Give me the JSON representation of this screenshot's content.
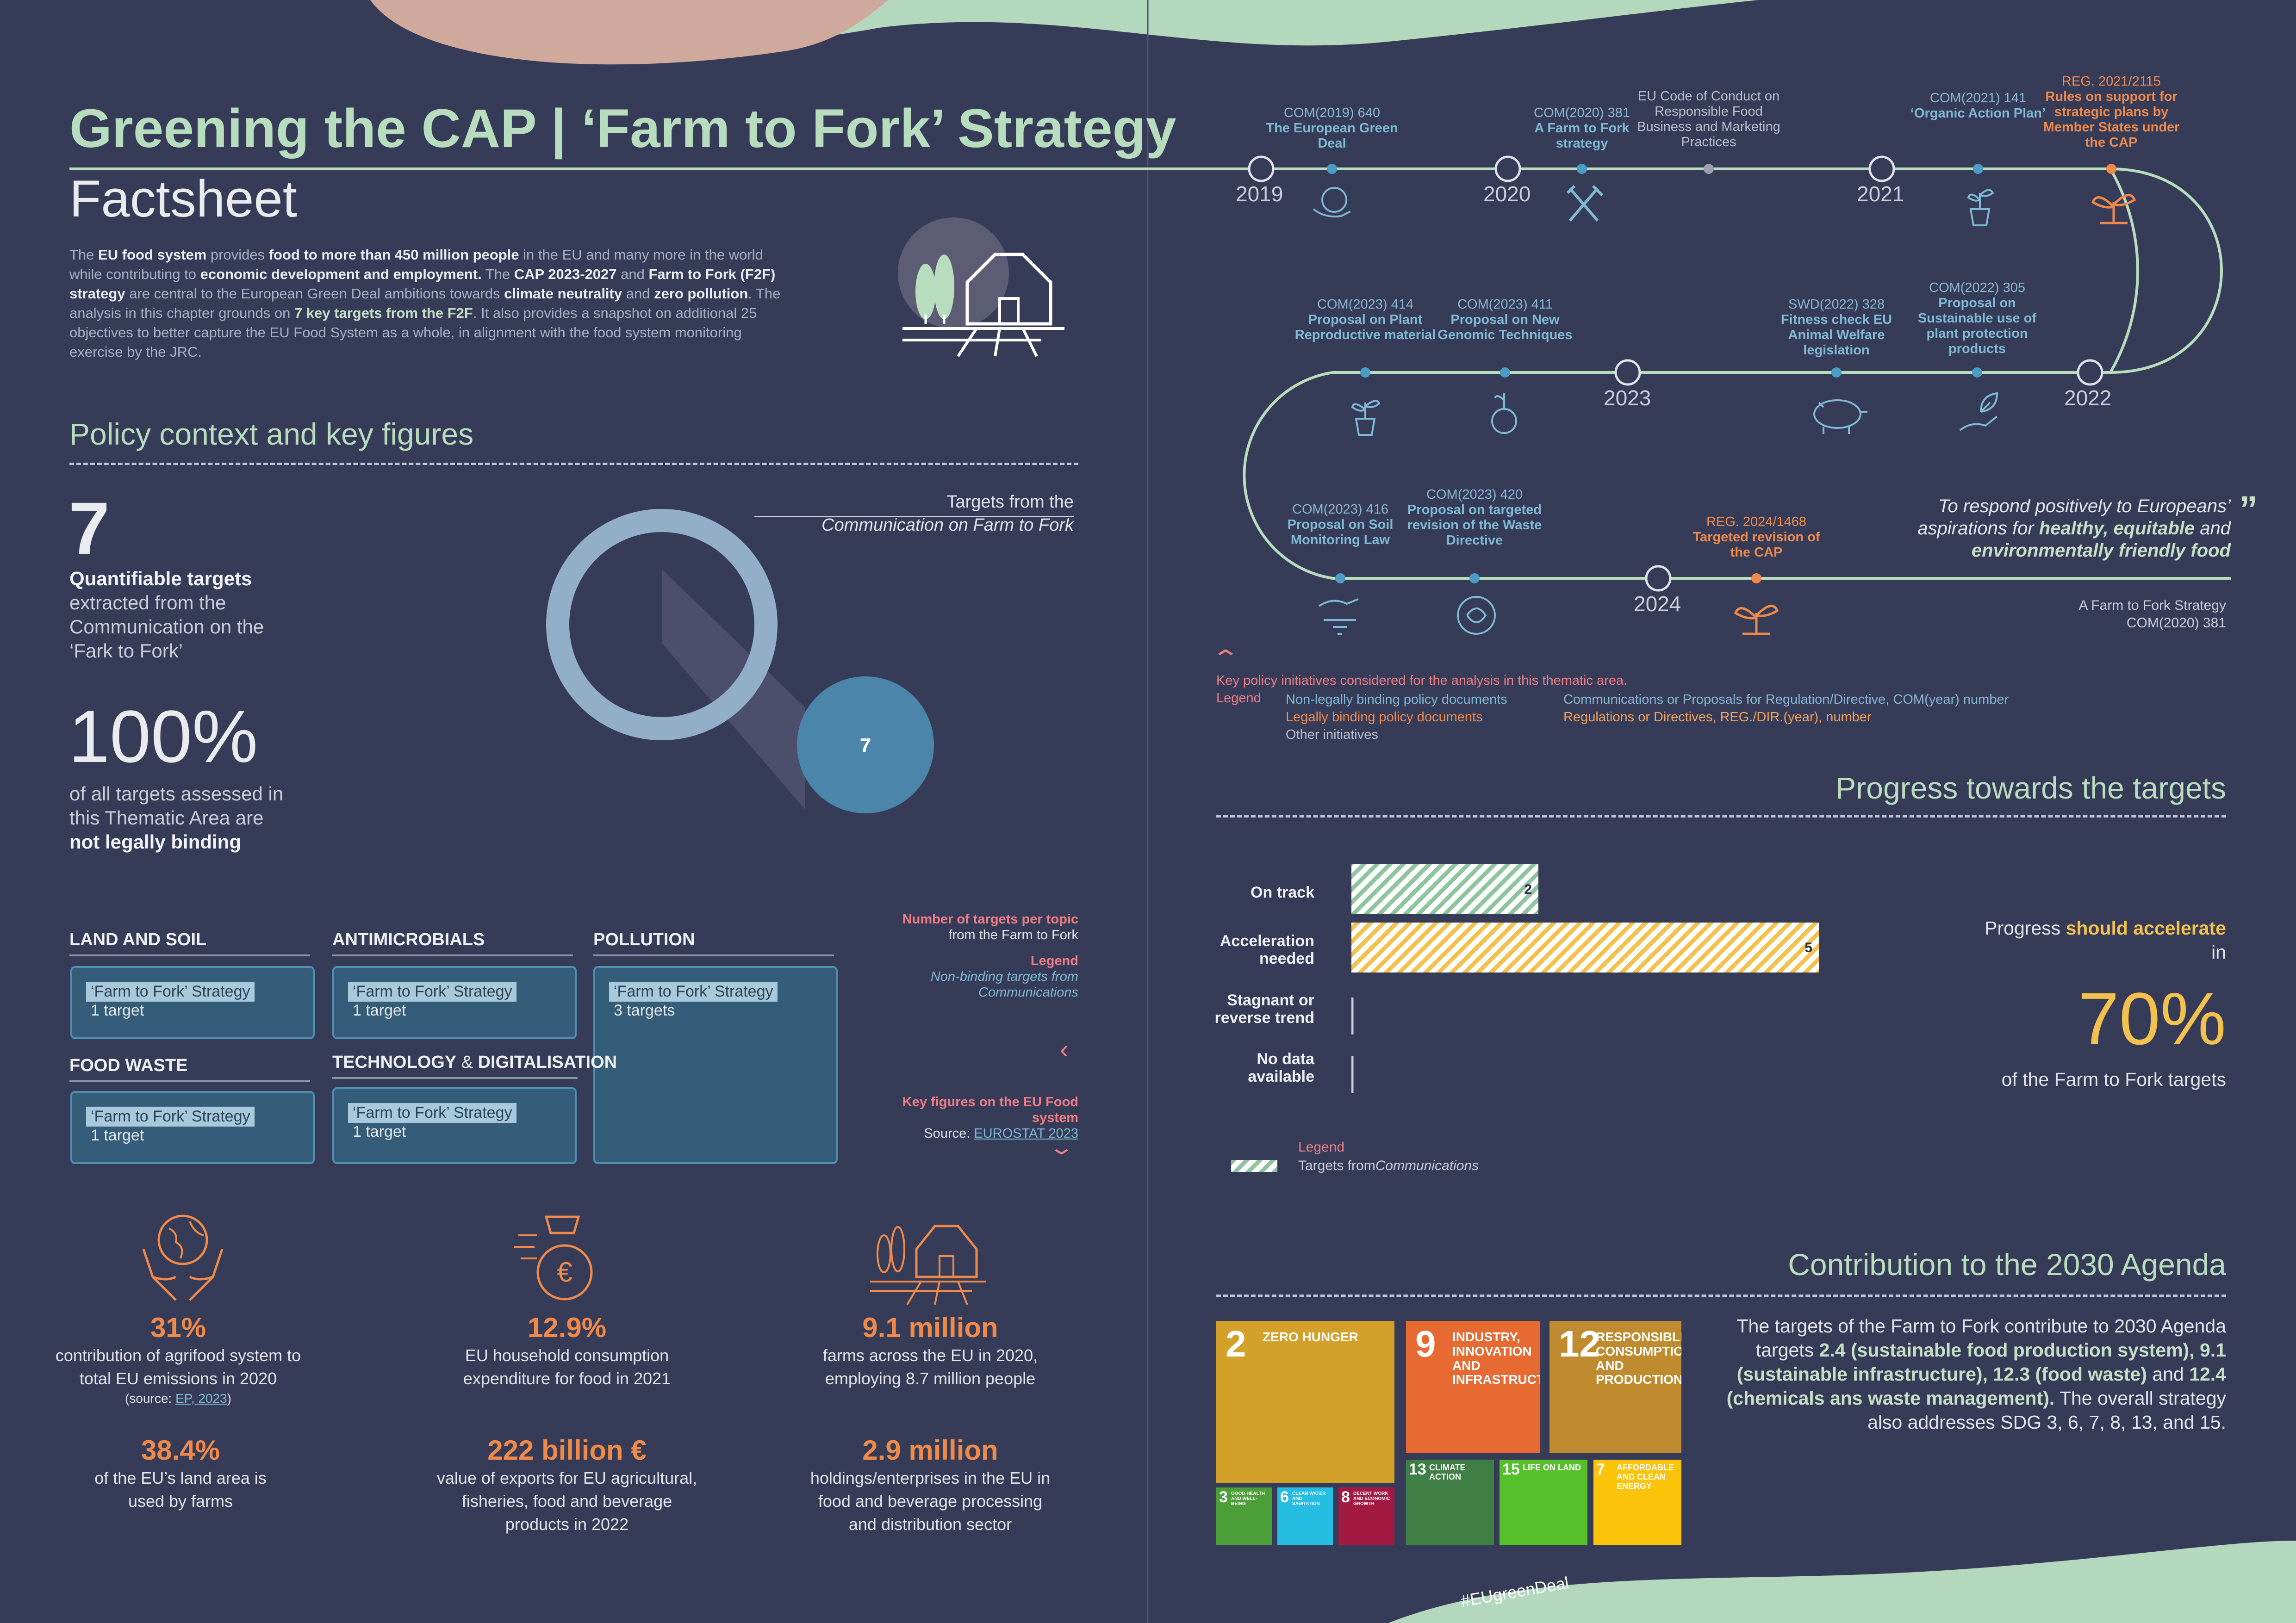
{
  "header": {
    "title": "Greening the CAP | ‘Farm to Fork’ Strategy",
    "subtitle": "Factsheet"
  },
  "intro": {
    "t1": "The ",
    "b1": "EU food system",
    "t2": " provides ",
    "b2": "food to more than 450 million people",
    "t3": " in the EU and many more in the world while contributing to ",
    "b3": "economic development and employment.",
    "t4": " The ",
    "b4": "CAP 2023-2027",
    "t5": " and ",
    "b5": "Farm to Fork (F2F) strategy",
    "t6": " are central to the European Green Deal ambitions towards ",
    "b6": "climate neutrality",
    "t7": " and ",
    "b7": "zero pollution",
    "t8": ". The analysis in this chapter grounds on ",
    "b8": "7 key targets from the F2F",
    "t9": ". It also provides a snapshot on additional 25 objectives to better capture the EU Food System as a whole, in alignment with the food system monitoring exercise by the JRC."
  },
  "policy": {
    "heading": "Policy context and key figures",
    "count": "7",
    "count_label_bold": "Quantifiable targets",
    "count_label": "extracted from the Communication on the ‘Fark to Fork’",
    "percent": "100%",
    "percent_label": "of all targets assessed in this Thematic Area are",
    "percent_label_bold": "not legally binding",
    "donut_caption_1": "Targets from the",
    "donut_caption_2": "Communication on Farm to Fork",
    "donut_value": "7"
  },
  "topics": [
    {
      "name": "LAND AND SOIL",
      "tag": "‘Farm to Fork’ Strategy",
      "count": "1 target"
    },
    {
      "name": "ANTIMICROBIALS",
      "tag": "‘Farm to Fork’ Strategy",
      "count": "1 target"
    },
    {
      "name": "POLLUTION",
      "tag": "‘Farm to Fork’ Strategy",
      "count": "3 targets"
    },
    {
      "name": "FOOD WASTE",
      "tag": "‘Farm to Fork’ Strategy",
      "count": "1 target"
    },
    {
      "name_a": "TECHNOLOGY",
      "name_amp": " & ",
      "name_b": "DIGITALISATION",
      "tag": "‘Farm to Fork’ Strategy",
      "count": "1 target"
    }
  ],
  "topics_legend": {
    "title": "Number of targets per topic",
    "title2": "from the Farm to Fork",
    "legend": "Legend",
    "legend_item": "Non-binding targets from Communications",
    "kf_title": "Key figures on the EU Food system",
    "kf_source_prefix": "Source: ",
    "kf_source_link": "EUROSTAT 2023"
  },
  "key_figures": [
    {
      "value": "31%",
      "text": "contribution of agrifood system to total EU emissions in 2020",
      "source_prefix": "(source: ",
      "source_link": "EP, 2023",
      "source_suffix": ")",
      "icon": "earth-hands-icon"
    },
    {
      "value": "12.9%",
      "text": "EU household consumption expenditure for food in 2021",
      "icon": "money-bag-euro-icon"
    },
    {
      "value": "9.1 million",
      "text": "farms across the EU in 2020, employing 8.7 million people",
      "icon": "farm-icon"
    },
    {
      "value": "38.4%",
      "text": "of the EU’s land area is used by farms"
    },
    {
      "value": "222 billion €",
      "text": "value of exports for EU agricultural, fisheries, food and beverage products in 2022"
    },
    {
      "value": "2.9 million",
      "text": "holdings/enterprises in the EU in food and beverage processing and distribution sector"
    }
  ],
  "timeline": {
    "years": [
      "2019",
      "2020",
      "2021",
      "2022",
      "2023",
      "2024"
    ],
    "items": [
      {
        "code": "COM(2019) 640",
        "name": "The European Green Deal",
        "type": "non-binding"
      },
      {
        "code": "COM(2020) 381",
        "name": "A Farm to Fork strategy",
        "type": "non-binding"
      },
      {
        "code": "",
        "name": "EU Code of Conduct on Responsible Food Business and Marketing Practices",
        "type": "other"
      },
      {
        "code": "COM(2021) 141",
        "name": "‘Organic Action Plan’",
        "type": "non-binding"
      },
      {
        "code": "REG. 2021/2115",
        "name": "Rules on support for strategic plans by Member States under the CAP",
        "type": "binding"
      },
      {
        "code": "COM(2023) 414",
        "name": "Proposal on Plant Reproductive material",
        "type": "non-binding"
      },
      {
        "code": "COM(2023) 411",
        "name": "Proposal on New Genomic Techniques",
        "type": "non-binding"
      },
      {
        "code": "SWD(2022) 328",
        "name": "Fitness check EU Animal Welfare legislation",
        "type": "non-binding"
      },
      {
        "code": "COM(2022) 305",
        "name": "Proposal on Sustainable use of plant protection products",
        "type": "non-binding"
      },
      {
        "code": "COM(2023) 416",
        "name": "Proposal on Soil Monitoring Law",
        "type": "non-binding"
      },
      {
        "code": "COM(2023) 420",
        "name": "Proposal on targeted revision of the Waste Directive",
        "type": "non-binding"
      },
      {
        "code": "REG. 2024/1468",
        "name": "Targeted revision of the CAP",
        "type": "binding"
      }
    ],
    "quote_1": "To respond positively to Europeans’ aspirations for ",
    "quote_b1": "healthy, equitable",
    "quote_2": " and ",
    "quote_b2": "environmentally friendly food",
    "quote_source": "A Farm to Fork Strategy",
    "quote_code": "COM(2020) 381",
    "legend_title": "Key policy initiatives considered for the analysis in this thematic area.",
    "legend_label": "Legend",
    "legend_non_binding": "Non-legally binding policy documents",
    "legend_binding": "Legally binding policy documents",
    "legend_other": "Other initiatives",
    "legend_non_binding_desc": "Communications or Proposals for Regulation/Directive, COM(year) number",
    "legend_binding_desc": "Regulations or Directives, REG./DIR.(year), number"
  },
  "progress": {
    "heading": "Progress towards the targets",
    "chart_data": {
      "type": "bar",
      "orientation": "horizontal",
      "categories": [
        "On track",
        "Acceleration needed",
        "Stagnant or reverse trend",
        "No data available"
      ],
      "values": [
        2,
        5,
        0,
        0
      ],
      "colors": [
        "#8fc4a0",
        "#f2c14e",
        "#c9ced9",
        "#c9ced9"
      ],
      "value_labels": [
        "2",
        "5",
        "",
        ""
      ]
    },
    "legend_title": "Legend",
    "legend_text_1": "Targets from ",
    "legend_text_2": "Communications",
    "side_1": "Progress ",
    "side_b": "should accelerate",
    "side_2": " in",
    "side_value": "70%",
    "side_caption": "of the Farm to Fork targets"
  },
  "agenda": {
    "heading": "Contribution to the 2030 Agenda",
    "t1": "The targets of the Farm to Fork contribute to 2030 Agenda targets ",
    "b1": "2.4 (sustainable food production system), 9.1 (sustainable infrastructure), 12.3 (food waste)",
    "t2": " and ",
    "b2": "12.4 (chemicals ans waste management).",
    "t3": " The overall strategy also addresses SDG 3, 6, 7, 8, 13, and 15.",
    "sdgs": [
      {
        "num": "2",
        "title": "ZERO HUNGER",
        "color": "#d3a029"
      },
      {
        "num": "9",
        "title": "INDUSTRY, INNOVATION AND INFRASTRUCTURE",
        "color": "#e86a33"
      },
      {
        "num": "12",
        "title": "RESPONSIBLE CONSUMPTION AND PRODUCTION",
        "color": "#bf8b2e"
      },
      {
        "num": "3",
        "title": "GOOD HEALTH AND WELL-BEING",
        "color": "#4c9f38"
      },
      {
        "num": "6",
        "title": "CLEAN WATER AND SANITATION",
        "color": "#26bde2"
      },
      {
        "num": "8",
        "title": "DECENT WORK AND ECONOMIC GROWTH",
        "color": "#a21942"
      },
      {
        "num": "13",
        "title": "CLIMATE ACTION",
        "color": "#3f7e44"
      },
      {
        "num": "15",
        "title": "LIFE ON LAND",
        "color": "#56c02b"
      },
      {
        "num": "7",
        "title": "AFFORDABLE AND CLEAN ENERGY",
        "color": "#fcc30b"
      }
    ]
  },
  "footer": {
    "hashtag": "#EUgreenDeal"
  }
}
